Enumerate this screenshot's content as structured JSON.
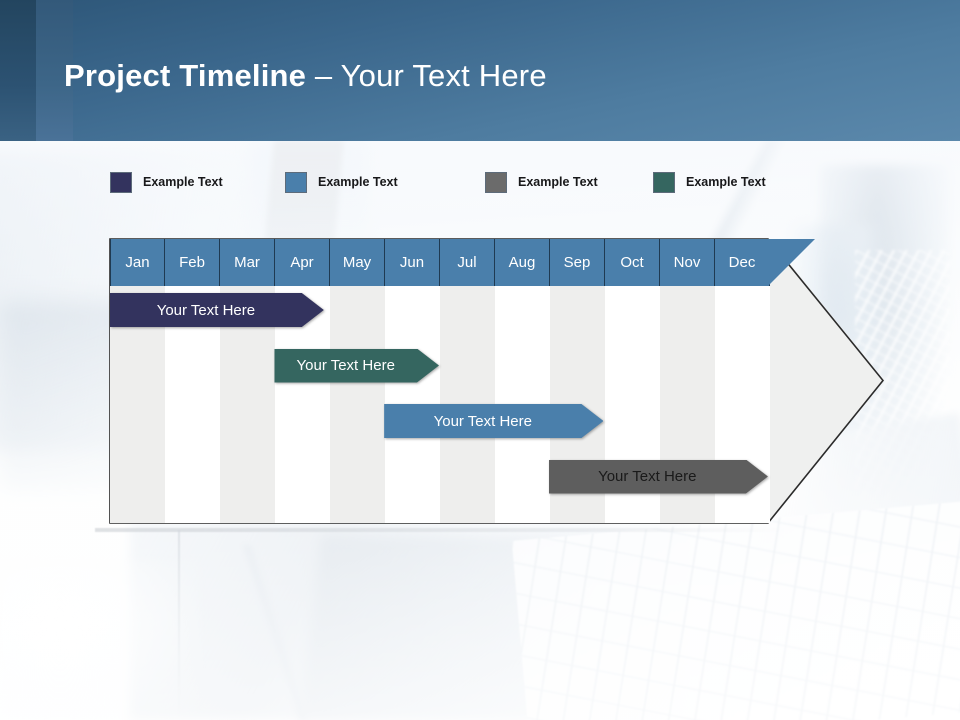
{
  "header": {
    "title_bold": "Project Timeline",
    "title_sep": " – ",
    "title_light": "Your Text Here"
  },
  "legend": {
    "items": [
      {
        "label": "Example Text",
        "color": "#33335e",
        "icon": "legend-swatch-icon"
      },
      {
        "label": "Example Text",
        "color": "#4a7fab",
        "icon": "legend-swatch-icon"
      },
      {
        "label": "Example Text",
        "color": "#6b6b6b",
        "icon": "legend-swatch-icon"
      },
      {
        "label": "Example Text",
        "color": "#356660",
        "icon": "legend-swatch-icon"
      }
    ]
  },
  "chart_data": {
    "type": "bar",
    "title": "Project Timeline – Your Text Here",
    "xlabel": "",
    "ylabel": "",
    "categories": [
      "Jan",
      "Feb",
      "Mar",
      "Apr",
      "May",
      "Jun",
      "Jul",
      "Aug",
      "Sep",
      "Oct",
      "Nov",
      "Dec"
    ],
    "legend": [
      "Example Text",
      "Example Text",
      "Example Text",
      "Example Text"
    ],
    "series": [
      {
        "name": "Example Text",
        "label": "Your  Text Here",
        "start_month": "Jan",
        "end_month": "Apr",
        "start_index": 0,
        "end_index": 3.9,
        "color": "#33335e",
        "text_color": "#ffffff"
      },
      {
        "name": "Example Text",
        "label": "Your  Text Here",
        "start_month": "Apr",
        "end_month": "Jun",
        "start_index": 3.0,
        "end_index": 6.0,
        "color": "#356660",
        "text_color": "#ffffff"
      },
      {
        "name": "Example Text",
        "label": "Your  Text Here",
        "start_month": "Jun",
        "end_month": "Sep",
        "start_index": 5.0,
        "end_index": 9.0,
        "color": "#4a7fab",
        "text_color": "#ffffff"
      },
      {
        "name": "Example Text",
        "label": "Your  Text Here",
        "start_month": "Sep",
        "end_month": "Dec",
        "start_index": 8.0,
        "end_index": 12.0,
        "color": "#5e5e5e",
        "text_color": "#1a1a1a"
      }
    ]
  },
  "timeline": {
    "months": [
      "Jan",
      "Feb",
      "Mar",
      "Apr",
      "May",
      "Jun",
      "Jul",
      "Aug",
      "Sep",
      "Oct",
      "Nov",
      "Dec"
    ],
    "bars": [
      {
        "label": "Your  Text Here",
        "color": "#33335e",
        "text_color": "#ffffff"
      },
      {
        "label": "Your  Text Here",
        "color": "#356660",
        "text_color": "#ffffff"
      },
      {
        "label": "Your  Text Here",
        "color": "#4a7fab",
        "text_color": "#ffffff"
      },
      {
        "label": "Your  Text Here",
        "color": "#5e5e5e",
        "text_color": "#1a1a1a"
      }
    ]
  },
  "colors": {
    "header_blue": "#4a7fab",
    "header_dark": "#23455f",
    "grid_stripe": "#eeeeed",
    "arrow_fill": "#eff0ef",
    "outline": "#2b2b2b"
  }
}
